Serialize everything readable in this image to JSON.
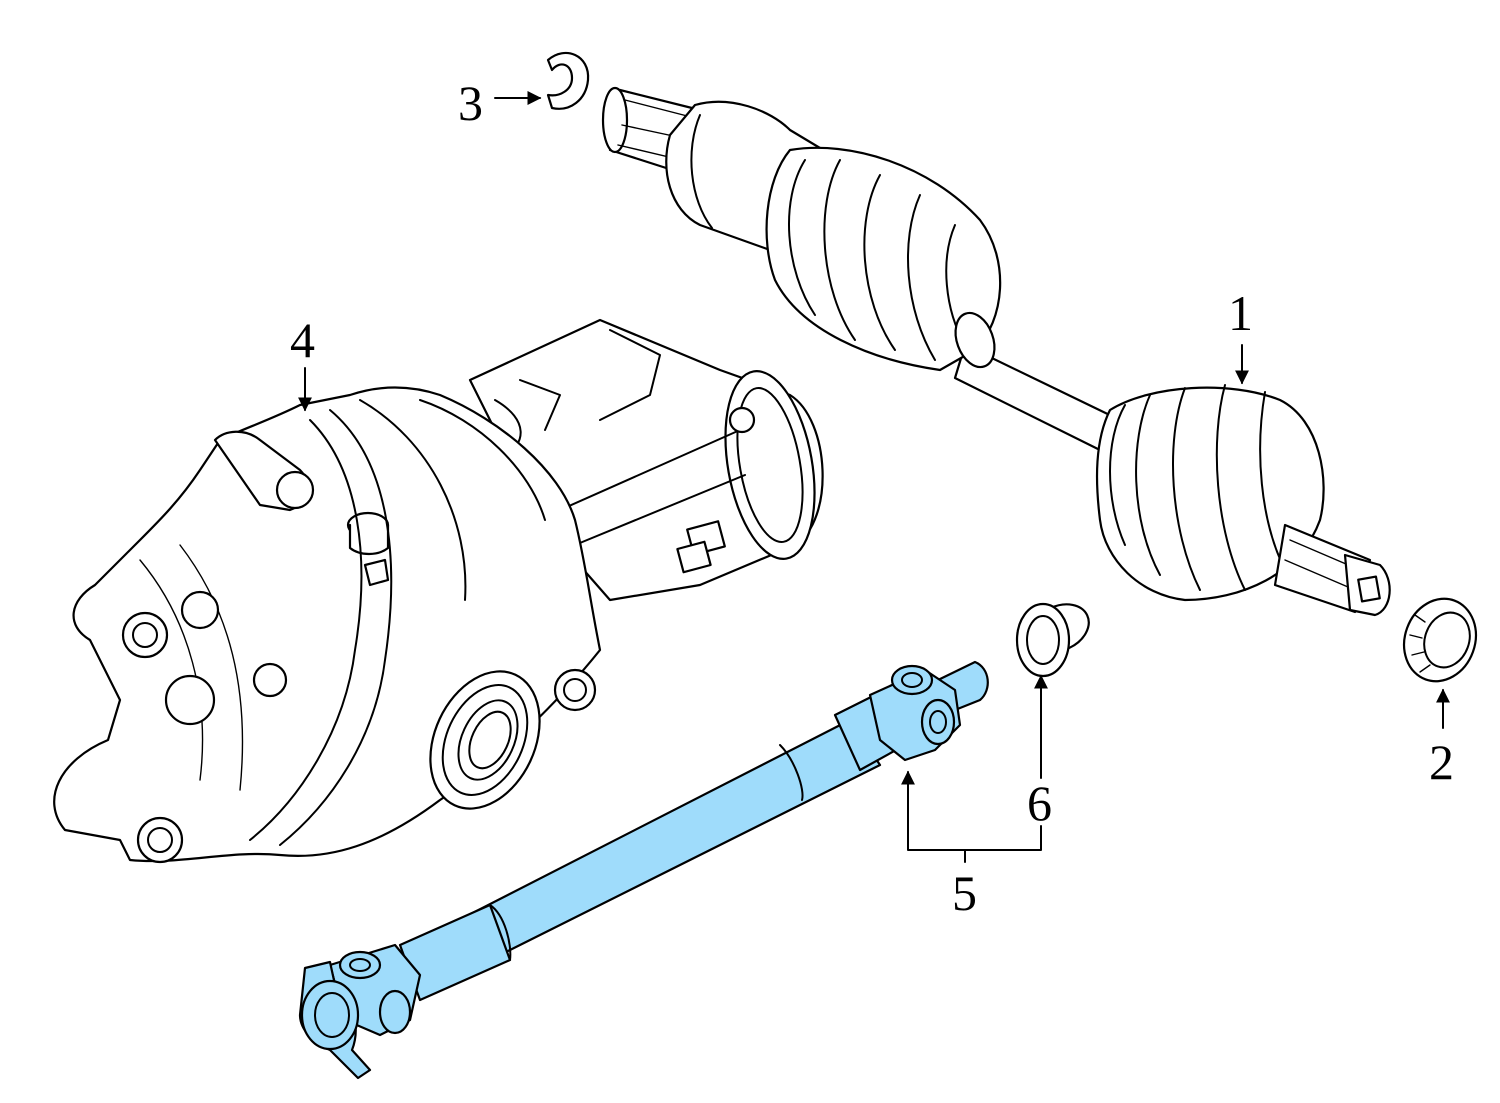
{
  "diagram": {
    "highlight_color": "#9fdcfb",
    "callouts": [
      {
        "id": "1",
        "text": "1"
      },
      {
        "id": "2",
        "text": "2"
      },
      {
        "id": "3",
        "text": "3"
      },
      {
        "id": "4",
        "text": "4"
      },
      {
        "id": "5",
        "text": "5"
      },
      {
        "id": "6",
        "text": "6"
      }
    ],
    "parts": [
      {
        "callout": "1",
        "icon": "cv-axle-shaft-icon"
      },
      {
        "callout": "2",
        "icon": "axle-nut-icon"
      },
      {
        "callout": "3",
        "icon": "snap-ring-icon"
      },
      {
        "callout": "4",
        "icon": "differential-housing-icon"
      },
      {
        "callout": "5",
        "icon": "drive-shaft-icon",
        "highlighted": true
      },
      {
        "callout": "6",
        "icon": "bushing-icon"
      }
    ]
  }
}
